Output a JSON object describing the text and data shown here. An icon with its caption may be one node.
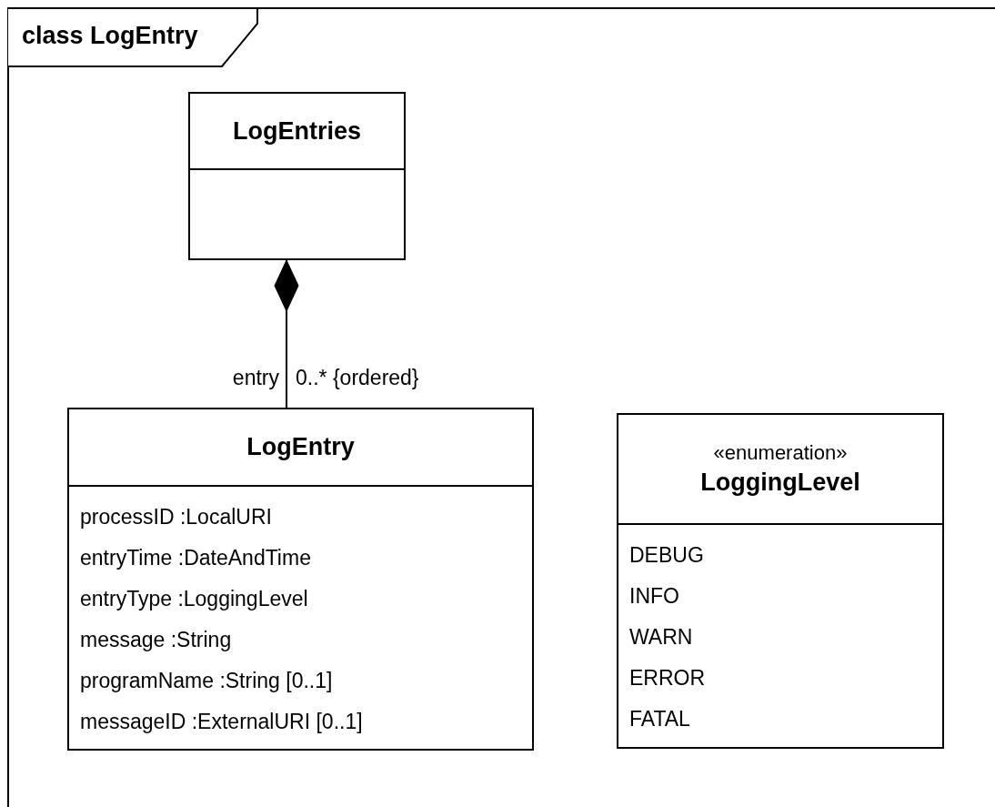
{
  "diagram": {
    "nodes": [
      {
        "text": [
          "class LogEntry"
        ]
      },
      {
        "text": [
          "LogEntries"
        ],
        "in": 0
      },
      {
        "text": [
          "LogEntry",
          "processID :LocalURI",
          "entryTime :DateAndTime",
          "entryType :LoggingLevel",
          "message :String",
          "programName :String [0..1]",
          "messageID :ExternalURI [0..1]"
        ],
        "in": 0
      },
      {
        "text": [
          "«enumeration»",
          "LoggingLevel",
          "DEBUG",
          "INFO",
          "WARN",
          "ERROR",
          "FATAL"
        ],
        "in": 0
      }
    ],
    "edges": [
      {
        "from": 2,
        "to": 1,
        "arrow": "other",
        "label": "entry"
      }
    ],
    "labels": [
      "0..* {ordered}"
    ]
  }
}
